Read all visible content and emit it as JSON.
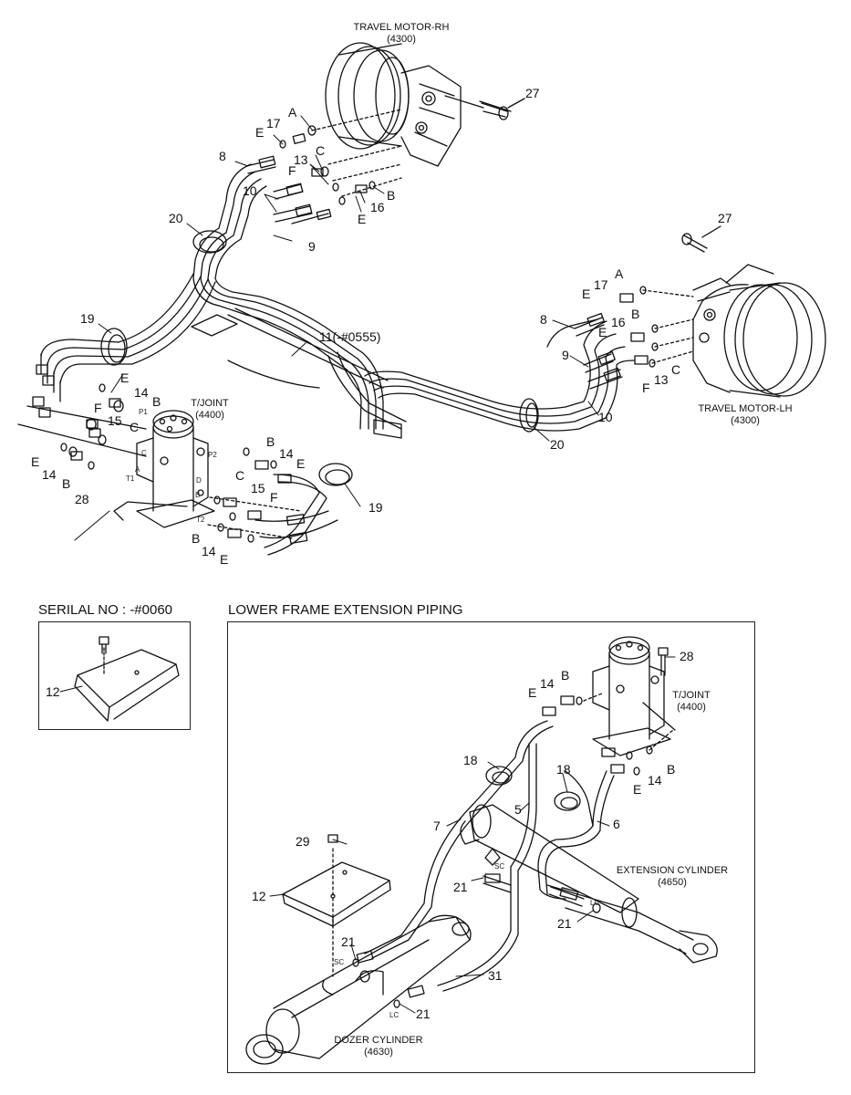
{
  "titles": {
    "travel_motor_rh": "TRAVEL MOTOR-RH",
    "travel_motor_rh_code": "(4300)",
    "travel_motor_lh": "TRAVEL MOTOR-LH",
    "travel_motor_lh_code": "(4300)",
    "tjoint_top": "T/JOINT",
    "tjoint_top_code": "(4400)",
    "tjoint_bottom": "T/JOINT",
    "tjoint_bottom_code": "(4400)",
    "extension_cylinder": "EXTENSION CYLINDER",
    "extension_cylinder_code": "(4650)",
    "dozer_cylinder": "DOZER CYLINDER",
    "dozer_cylinder_code": "(4630)"
  },
  "sections": {
    "serial_no": "SERILAL NO : -#0060",
    "lower_frame": "LOWER FRAME EXTENSION PIPING"
  },
  "port_marks": {
    "p1": "P1",
    "p2": "P2",
    "t1": "T1",
    "t2": "T2",
    "c": "C",
    "d": "D",
    "a": "A",
    "b": "B",
    "sc": "SC",
    "lc": "LC"
  },
  "callouts": {
    "c27_top": "27",
    "a_top": "A",
    "c17_top": "17",
    "e_top1": "E",
    "c8_top": "8",
    "c13_top": "13",
    "c_top": "C",
    "f_top": "F",
    "c10_top": "10",
    "c16_top": "16",
    "b_top": "B",
    "e_top2": "E",
    "c20_left": "20",
    "c9_top": "9",
    "c27_right": "27",
    "a_right": "A",
    "c17_right": "17",
    "e_right1": "E",
    "c8_right": "8",
    "c16_right": "16",
    "b_right": "B",
    "e_right2": "E",
    "c9_right": "9",
    "c13_right": "13",
    "c_right": "C",
    "f_right": "F",
    "c10_right": "10",
    "c20_right": "20",
    "c11": "11(-#0555)",
    "c19_left": "19",
    "e_left1": "E",
    "c14_left1": "14",
    "b_left1": "B",
    "f_left": "F",
    "c15_left": "15",
    "c_left": "C",
    "e_left2": "E",
    "c14_left2": "14",
    "b_left2": "B",
    "c28_left": "28",
    "b_mid1": "B",
    "c14_mid1": "14",
    "e_mid1": "E",
    "c_mid": "C",
    "c15_mid": "15",
    "f_mid": "F",
    "b_mid2": "B",
    "c14_mid2": "14",
    "e_mid2": "E",
    "c19_mid": "19",
    "c12_small": "12",
    "c28_low": "28",
    "b_low1": "B",
    "c14_low1": "14",
    "e_low1": "E",
    "c18_a": "18",
    "c18_b": "18",
    "e_low2": "E",
    "c14_low2": "14",
    "b_low2": "B",
    "c5": "5",
    "c7": "7",
    "c6": "6",
    "c29": "29",
    "c12_low": "12",
    "c21_a": "21",
    "c21_b": "21",
    "c21_c": "21",
    "c21_d": "21",
    "c31": "31"
  }
}
